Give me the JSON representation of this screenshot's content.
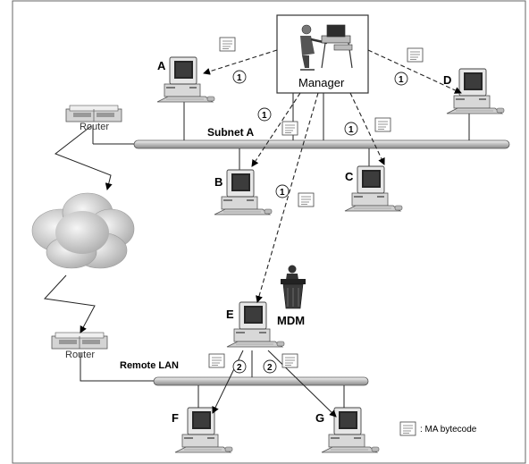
{
  "manager": {
    "label": "Manager"
  },
  "nodes": {
    "A": "A",
    "B": "B",
    "C": "C",
    "D": "D",
    "E": "E",
    "F": "F",
    "G": "G"
  },
  "mdm": {
    "label": "MDM"
  },
  "subnet": {
    "label": "Subnet A"
  },
  "remote_lan": {
    "label": "Remote LAN"
  },
  "routers": {
    "top": "Router",
    "bottom": "Router"
  },
  "steps": {
    "one": "1",
    "two": "2"
  },
  "legend": {
    "text": ": MA bytecode"
  }
}
